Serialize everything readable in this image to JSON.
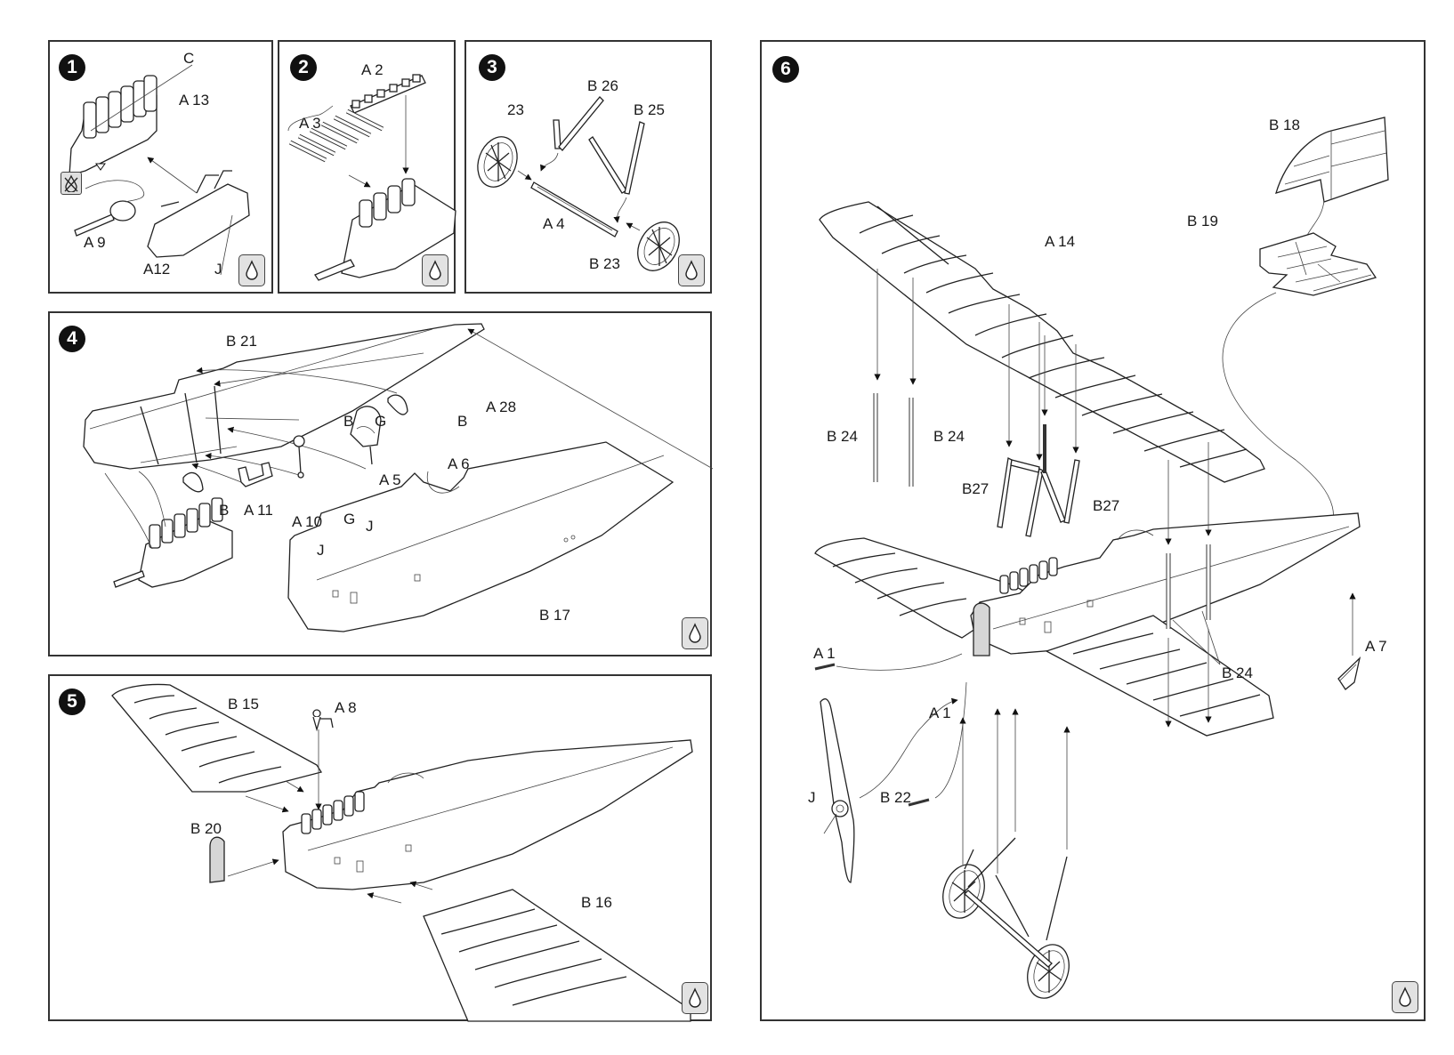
{
  "document": {
    "type": "model kit assembly instructions",
    "glue_icon": "glue-drop-icon",
    "no_glue_icon": "no-glue-icon"
  },
  "steps": [
    {
      "number": "1",
      "parts": [
        "C",
        "A 13",
        "A 9",
        "A12",
        "J"
      ],
      "labels": {
        "c": "C",
        "a13": "A 13",
        "a9": "A 9",
        "a12": "A12",
        "j": "J"
      },
      "icons": [
        "no-glue-icon",
        "glue-drop-icon"
      ]
    },
    {
      "number": "2",
      "parts": [
        "A 2",
        "A 3"
      ],
      "labels": {
        "a2": "A 2",
        "a3": "A 3"
      },
      "icons": [
        "glue-drop-icon"
      ]
    },
    {
      "number": "3",
      "parts": [
        "23",
        "B 26",
        "B 25",
        "A 4",
        "B 23"
      ],
      "labels": {
        "p23": "23",
        "b26": "B 26",
        "b25": "B 25",
        "a4": "A 4",
        "b23": "B 23"
      },
      "icons": [
        "glue-drop-icon"
      ]
    },
    {
      "number": "4",
      "parts": [
        "B 21",
        "B",
        "G",
        "A 28",
        "A 6",
        "A 5",
        "A 11",
        "A 10",
        "J",
        "B 17"
      ],
      "labels": {
        "b21": "B 21",
        "b1": "B",
        "g1": "G",
        "b2": "B",
        "a28": "A 28",
        "a6": "A 6",
        "a5": "A 5",
        "b3": "B",
        "a11": "A 11",
        "g2": "G",
        "a10": "A 10",
        "j1": "J",
        "j2": "J",
        "b17": "B 17"
      },
      "icons": [
        "glue-drop-icon"
      ]
    },
    {
      "number": "5",
      "parts": [
        "B 15",
        "A 8",
        "B 20",
        "B 16"
      ],
      "labels": {
        "b15": "B 15",
        "a8": "A 8",
        "b20": "B 20",
        "b16": "B 16"
      },
      "icons": [
        "glue-drop-icon"
      ]
    },
    {
      "number": "6",
      "parts": [
        "B 18",
        "B 19",
        "A 14",
        "B 24",
        "B27",
        "A 1",
        "A 7",
        "J",
        "B 22"
      ],
      "labels": {
        "b18": "B 18",
        "b19": "B 19",
        "a14": "A 14",
        "b24a": "B 24",
        "b24b": "B 24",
        "b27a": "B27",
        "b27b": "B27",
        "a1a": "A 1",
        "a1b": "A 1",
        "a7": "A 7",
        "b24c": "B 24",
        "j": "J",
        "b22": "B 22"
      },
      "icons": [
        "glue-drop-icon"
      ]
    }
  ]
}
